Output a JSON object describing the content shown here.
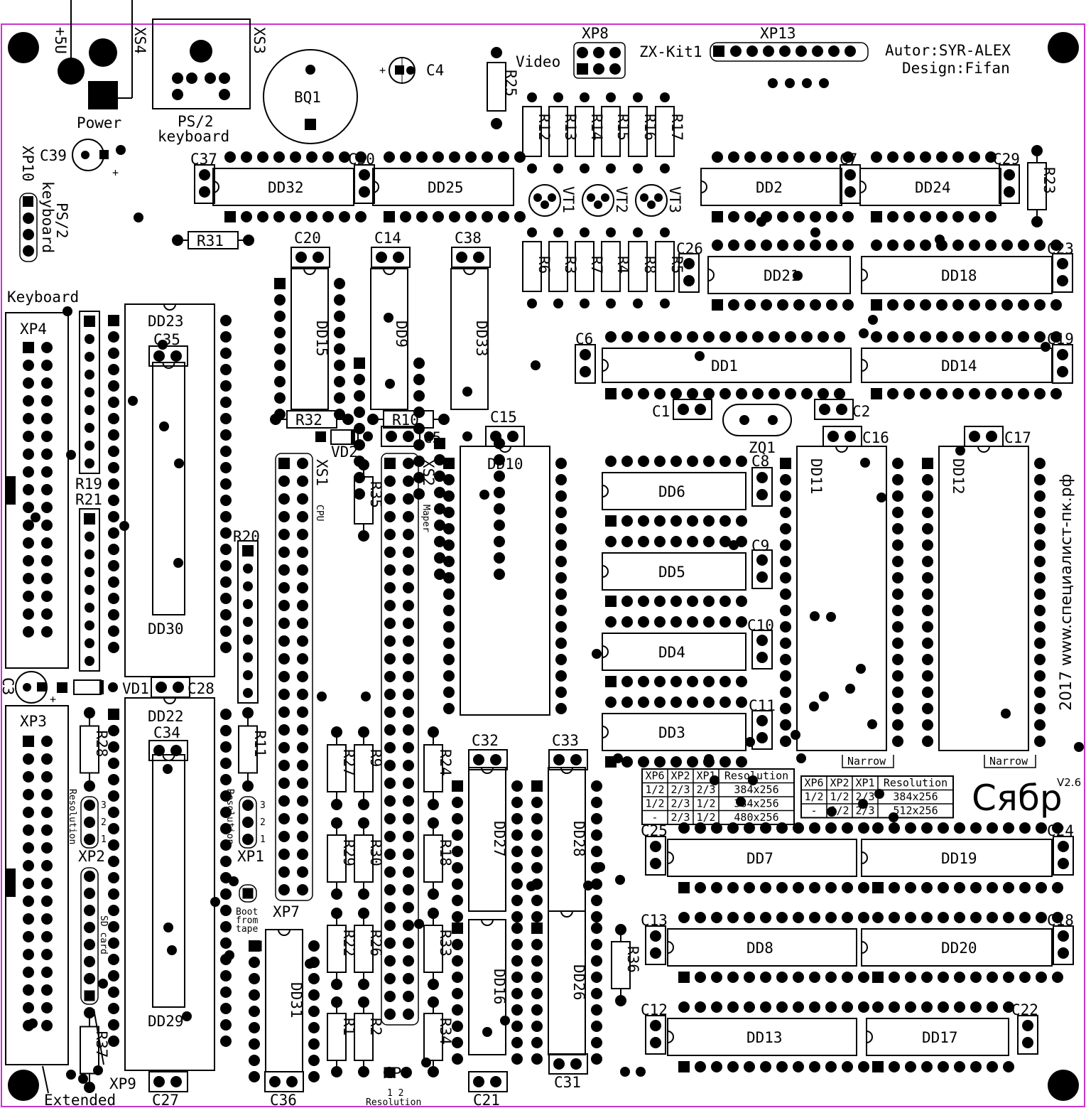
{
  "board": {
    "author": "Autor:SYR-ALEX",
    "design": "Design:Fifan",
    "brand": "Сябр",
    "version": "V2.6",
    "website": "2017 www.специалист-пк.рф"
  },
  "labels": {
    "plus5v": "+5U",
    "power": "Power",
    "xs4": "XS4",
    "xs3": "XS3",
    "ps2_keyboard_1": "PS/2",
    "ps2_keyboard_2": "keyboard",
    "bq1": "BQ1",
    "c4": "C4",
    "c39": "C39",
    "xp10": "XP10",
    "ps2_side_1": "PS/2",
    "ps2_side_2": "keyboard",
    "xp8": "XP8",
    "video": "Video",
    "zx_kit": "ZX-Kit1",
    "xp13": "XP13",
    "r25": "R25",
    "keyboard": "Keyboard",
    "xp4": "XP4",
    "xp3": "XP3",
    "c3": "C3",
    "narrow_1": "Narrow",
    "narrow_2": "Narrow",
    "extended": "Extended",
    "boot_1": "Boot",
    "boot_2": "from",
    "boot_3": "tape",
    "resolution_xp6": "Resolution",
    "resolution_left": "Resolution",
    "resolution_mid": "Resolution",
    "sd_card": "SD card",
    "cpu": "CPU",
    "maper": "Maper",
    "xs1": "XS1",
    "xs2": "XS2",
    "xp1": "XP1",
    "xp2": "XP2",
    "xp6": "XP6",
    "xp7": "XP7",
    "xp9": "XP9",
    "zq1": "ZQ1",
    "vd1": "VD1",
    "vd2": "VD2"
  },
  "resistors_top": [
    "R12",
    "R13",
    "R14",
    "R15",
    "R16",
    "R17"
  ],
  "resistors_mid": [
    "R6",
    "R3",
    "R7",
    "R4",
    "R8",
    "R5"
  ],
  "transistors": [
    "VT1",
    "VT2",
    "VT3"
  ],
  "chips": {
    "dd32": "DD32",
    "dd25": "DD25",
    "dd2": "DD2",
    "dd24": "DD24",
    "dd21": "DD21",
    "dd18": "DD18",
    "dd1": "DD1",
    "dd14": "DD14",
    "dd15": "DD15",
    "dd9": "DD9",
    "dd33": "DD33",
    "dd23": "DD23",
    "dd30": "DD30",
    "dd22": "DD22",
    "dd29": "DD29",
    "dd10": "DD10",
    "dd6": "DD6",
    "dd5": "DD5",
    "dd4": "DD4",
    "dd3": "DD3",
    "dd11": "DD11",
    "dd12": "DD12",
    "dd27": "DD27",
    "dd28": "DD28",
    "dd16": "DD16",
    "dd26": "DD26",
    "dd31": "DD31",
    "dd7": "DD7",
    "dd19": "DD19",
    "dd8": "DD8",
    "dd20": "DD20",
    "dd13": "DD13",
    "dd17": "DD17"
  },
  "caps": {
    "c37": "C37",
    "c30": "C30",
    "c7": "C7",
    "c29": "C29",
    "c26": "C26",
    "c23": "C23",
    "c20": "C20",
    "c14": "C14",
    "c38": "C38",
    "c6": "C6",
    "c19": "C19",
    "c1": "C1",
    "c2": "C2",
    "c15": "C15",
    "c5": "C5",
    "c16": "C16",
    "c17": "C17",
    "c8": "C8",
    "c9": "C9",
    "c10": "C10",
    "c11": "C11",
    "c35": "C35",
    "c28": "C28",
    "c34": "C34",
    "c32": "C32",
    "c33": "C33",
    "c25": "C25",
    "c24": "C24",
    "c13": "C13",
    "c18": "C18",
    "c12": "C12",
    "c22": "C22",
    "c31": "C31",
    "c21": "C21",
    "c36": "C36",
    "c27": "C27"
  },
  "resistors": {
    "r23": "R23",
    "r31": "R31",
    "r32": "R32",
    "r10": "R10",
    "r19": "R19",
    "r21": "R21",
    "r20": "R20",
    "r35": "R35",
    "r28": "R28",
    "r11": "R11",
    "r27": "R27",
    "r9": "R9",
    "r24": "R24",
    "r29": "R29",
    "r30": "R30",
    "r18": "R18",
    "r22": "R22",
    "r26": "R26",
    "r33": "R33",
    "r1": "R1",
    "r2": "R2",
    "r34": "R34",
    "r36": "R36",
    "r37": "R37"
  },
  "pin_digits": {
    "p1": "1",
    "p2": "2",
    "p3": "3",
    "xp6_pins": "1 2"
  },
  "table_left": {
    "headers": [
      "XP6",
      "XP2",
      "XP1",
      "Resolution"
    ],
    "rows": [
      [
        "1/2",
        "2/3",
        "2/3",
        "384x256"
      ],
      [
        "1/2",
        "2/3",
        "1/2",
        "384x256"
      ],
      [
        "-",
        "2/3",
        "1/2",
        "480x256"
      ]
    ]
  },
  "table_right": {
    "headers": [
      "XP6",
      "XP2",
      "XP1",
      "Resolution"
    ],
    "rows": [
      [
        "1/2",
        "1/2",
        "2/3",
        "384x256"
      ],
      [
        "-",
        "1/2",
        "2/3",
        "512x256"
      ]
    ]
  },
  "colors": {
    "outline": "#cc33cc",
    "ink": "#000000",
    "paper": "#ffffff"
  }
}
